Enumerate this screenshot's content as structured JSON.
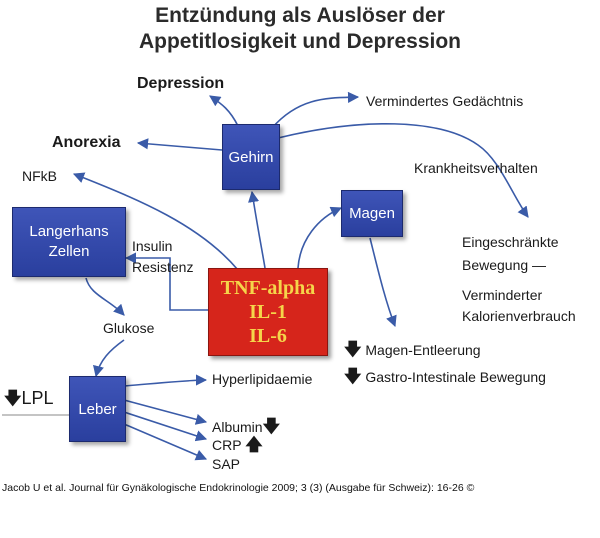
{
  "title": {
    "line1": "Entzündung als Auslöser der",
    "line2": "Appetitlosigkeit und Depression"
  },
  "boxes": {
    "gehirn": "Gehirn",
    "magen": "Magen",
    "langerhans": [
      "Langerhans",
      "Zellen"
    ],
    "leber": "Leber",
    "cytokines": [
      "TNF-alpha",
      "IL-1",
      "IL-6"
    ]
  },
  "labels": {
    "depression": "Depression",
    "anorexia": "Anorexia",
    "nfkb": "NFkB",
    "gedaechtnis": "Vermindertes Gedächtnis",
    "krankheit": "Krankheitsverhalten",
    "bewegung": [
      "Eingeschränkte",
      "Bewegung —"
    ],
    "kalorien": [
      "Verminderter",
      "Kalorienverbrauch"
    ],
    "insulin": [
      "Insulin",
      "Resistenz"
    ],
    "glukose": "Glukose",
    "lpl": "LPL",
    "hyperlipid": "Hyperlipidaemie",
    "albumin": "Albumin",
    "crp": "CRP",
    "sap": "SAP",
    "magen_entleerung": "Magen-Entleerung",
    "gi_bewegung": "Gastro-Intestinale Bewegung"
  },
  "glyphs": {
    "down": "🡇",
    "up": "🡅"
  },
  "colors": {
    "box_blue": "#2f44a6",
    "cytokine_red": "#d6251b",
    "cytokine_text": "#f5d54a",
    "arrow": "#3a5ba8"
  },
  "citation": "Jacob U et al. Journal für Gynäkologische Endokrinologie 2009; 3 (3) (Ausgabe für Schweiz): 16-26 ©"
}
